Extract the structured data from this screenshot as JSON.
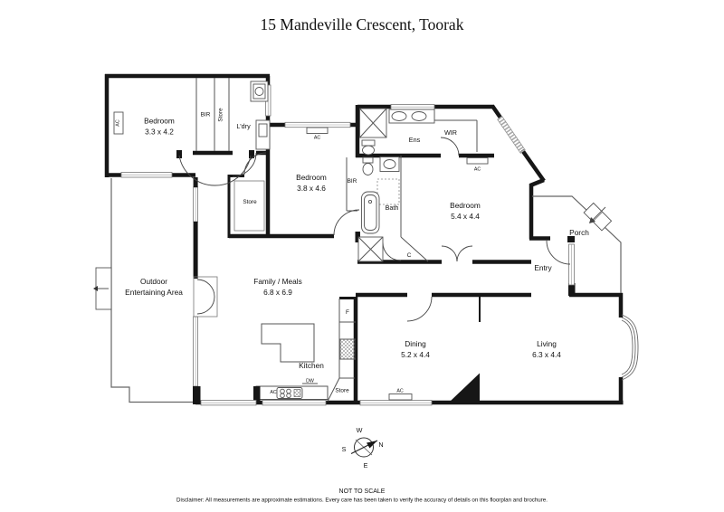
{
  "title": "15 Mandeville Crescent, Toorak",
  "rooms": {
    "bedroom_1": {
      "name": "Bedroom",
      "dims": "3.3 x 4.2"
    },
    "bedroom_2": {
      "name": "Bedroom",
      "dims": "3.8 x 4.6"
    },
    "bedroom_3": {
      "name": "Bedroom",
      "dims": "5.4 x 4.4"
    },
    "family_meals": {
      "name": "Family / Meals",
      "dims": "6.8 x 6.9"
    },
    "dining": {
      "name": "Dining",
      "dims": "5.2 x 4.4"
    },
    "living": {
      "name": "Living",
      "dims": "6.3 x 4.4"
    },
    "outdoor": {
      "line1": "Outdoor",
      "line2": "Entertaining Area"
    },
    "kitchen": "Kitchen",
    "laundry": "L'dry",
    "bath": "Bath",
    "ensuite": "Ens",
    "wir": "WIR",
    "entry": "Entry",
    "porch": "Porch"
  },
  "labels": {
    "bir": "BIR",
    "store": "Store",
    "closet": "C",
    "fridge": "F",
    "dishwasher": "DW",
    "ac": "AC"
  },
  "compass": {
    "north": "N",
    "south": "S",
    "east": "E",
    "west": "W"
  },
  "footer": {
    "scale_note": "NOT TO SCALE",
    "disclaimer": "Disclaimer: All measurements are approximate estimations. Every care has been taken to verify the accuracy of details on this floorplan and brochure."
  },
  "colors": {
    "wall": "#161616",
    "background": "#ffffff"
  }
}
